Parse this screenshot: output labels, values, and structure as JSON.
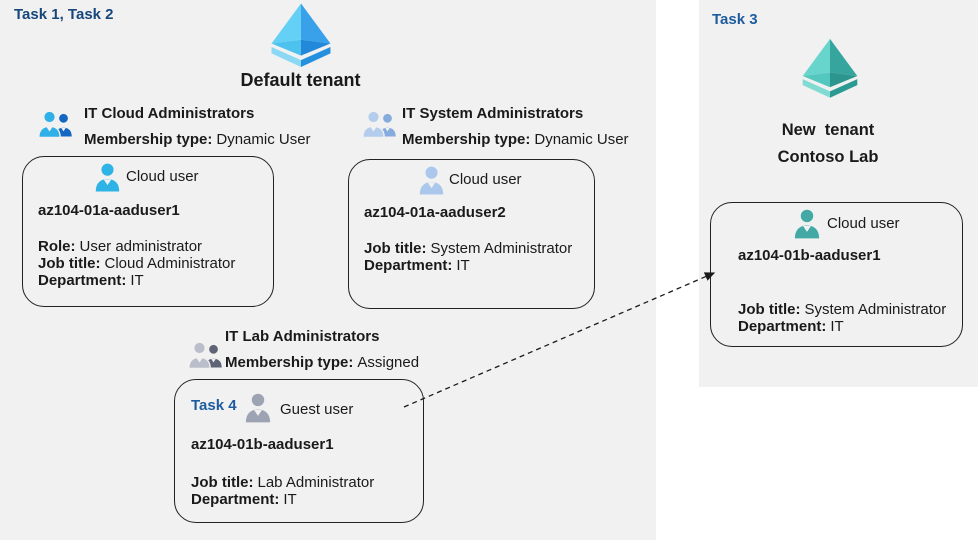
{
  "header": {
    "task12_label": "Task 1, Task 2",
    "default_tenant_title": "Default tenant"
  },
  "right_panel": {
    "task3_label": "Task 3",
    "title_line1": "New  tenant",
    "title_line2": "Contoso Lab"
  },
  "groups": [
    {
      "name": "IT Cloud Administrators",
      "membership_label": "Membership type:",
      "membership_value": "Dynamic User"
    },
    {
      "name": "IT System Administrators",
      "membership_label": "Membership type:",
      "membership_value": "Dynamic User"
    },
    {
      "name": "IT Lab Administrators",
      "membership_label": "Membership type:",
      "membership_value": "Assigned"
    }
  ],
  "cards": [
    {
      "user_type": "Cloud user",
      "name": "az104-01a-aaduser1",
      "fields": [
        {
          "label": "Role:",
          "value": "User administrator"
        },
        {
          "label": "Job title:",
          "value": "Cloud Administrator"
        },
        {
          "label": "Department:",
          "value": "IT"
        }
      ]
    },
    {
      "user_type": "Cloud user",
      "name": "az104-01a-aaduser2",
      "fields": [
        {
          "label": "Job title:",
          "value": "System Administrator"
        },
        {
          "label": "Department:",
          "value": "IT"
        }
      ]
    },
    {
      "task_label": "Task 4",
      "user_type": "Guest user",
      "name": "az104-01b-aaduser1",
      "fields": [
        {
          "label": "Job title:",
          "value": "Lab Administrator"
        },
        {
          "label": "Department:",
          "value": "IT"
        }
      ]
    },
    {
      "user_type": "Cloud user",
      "name": "az104-01b-aaduser1",
      "fields": [
        {
          "label": "Job title:",
          "value": "System Administrator"
        },
        {
          "label": "Department:",
          "value": "IT"
        }
      ]
    }
  ],
  "icons": {
    "tenant_default": "azure-ad-diamond-blue",
    "tenant_new": "azure-ad-diamond-teal",
    "group": "two-people-icon",
    "cloud_user": "person-silhouette",
    "guest_user": "person-silhouette-gray"
  },
  "colors": {
    "panel_bg": "#f1f1f1",
    "text": "#1a1a1a",
    "card_border": "#222222",
    "task12_blue": "#17477a",
    "task_blue": "#1e5c9e",
    "arrow": "#1a1a1a",
    "person_blue": "#2db3e6",
    "person_lightblue": "#abc8ec",
    "person_gray": "#9da3b3",
    "person_teal": "#42a9a4",
    "g1_front": "#2fb0e6",
    "g1_back": "#1467c0",
    "g2_front": "#b5cdec",
    "g2_back": "#86acdd",
    "g3_front": "#babeca",
    "g3_back": "#5e6475",
    "az_ul": "#64d0f5",
    "az_ur": "#38a1e9",
    "az_ll": "#4ec2ef",
    "az_lr": "#2289da",
    "az_rim_l": "#8ad8f4",
    "az_rim_r": "#2590de",
    "tz_ul": "#68d5cd",
    "tz_ur": "#36a59d",
    "tz_ll": "#54c7bf",
    "tz_lr": "#2b968e",
    "tz_rim_l": "#82dbd3",
    "tz_rim_r": "#2b9a92"
  }
}
